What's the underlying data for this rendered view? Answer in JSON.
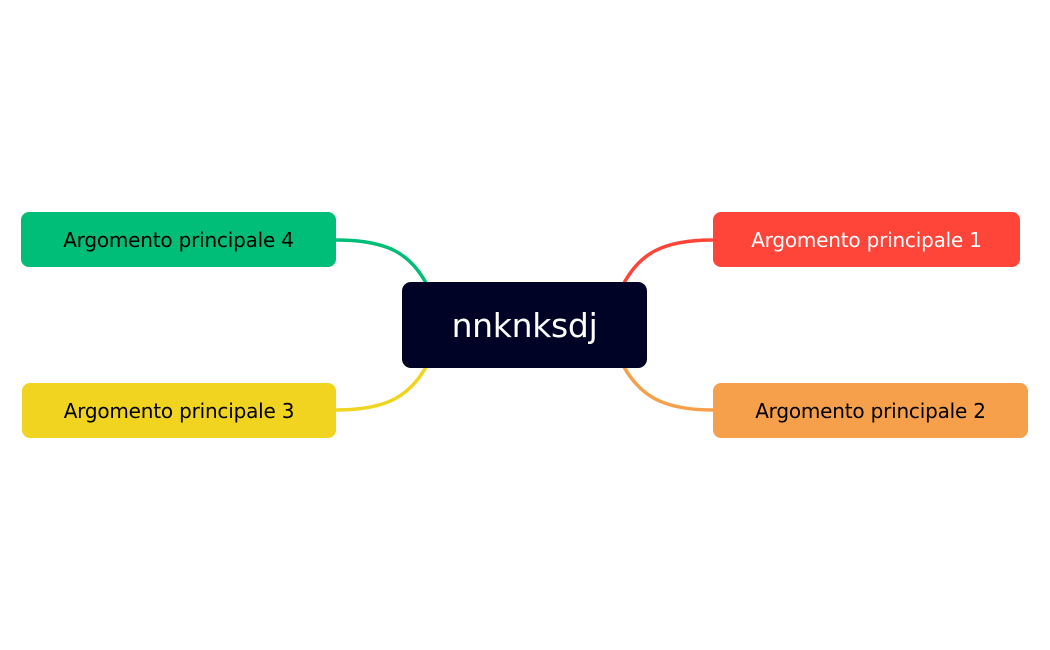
{
  "central": {
    "label": "nnknksdj",
    "bg": "#000326",
    "fg": "#ffffff"
  },
  "topics": [
    {
      "label": "Argomento principale 1",
      "bg": "#ff443a",
      "fg": "#ffffff"
    },
    {
      "label": "Argomento principale 2",
      "bg": "#f6a04c",
      "fg": "#000000"
    },
    {
      "label": "Argomento principale 3",
      "bg": "#f1d420",
      "fg": "#000000"
    },
    {
      "label": "Argomento principale 4",
      "bg": "#00bd77",
      "fg": "#000000"
    }
  ]
}
